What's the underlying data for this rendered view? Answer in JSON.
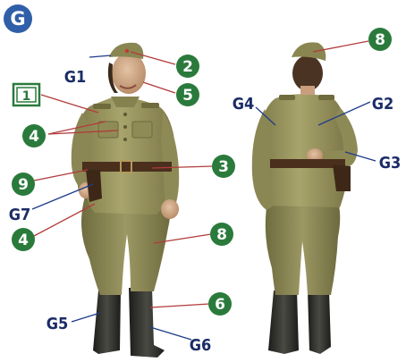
{
  "section_badge": "G",
  "colors": {
    "badge_blue": "#2f5fa8",
    "callout_green": "#2a7a3c",
    "callout_line_red": "#b23b3b",
    "callout_line_blue": "#1e3b8a",
    "part_label_navy": "#1b2c66",
    "uniform_olive": "#9a955e",
    "boot_black": "#2a2a26"
  },
  "front_figure": {
    "color_callouts": [
      {
        "id": "2",
        "label": "2"
      },
      {
        "id": "5",
        "label": "5"
      },
      {
        "id": "1",
        "label": "1",
        "boxed": true
      },
      {
        "id": "4a",
        "label": "4"
      },
      {
        "id": "3",
        "label": "3"
      },
      {
        "id": "9",
        "label": "9"
      },
      {
        "id": "4b",
        "label": "4"
      },
      {
        "id": "8",
        "label": "8"
      },
      {
        "id": "6",
        "label": "6"
      }
    ],
    "part_labels": [
      {
        "id": "G1",
        "label": "G1"
      },
      {
        "id": "G7",
        "label": "G7"
      },
      {
        "id": "G5",
        "label": "G5"
      },
      {
        "id": "G6",
        "label": "G6"
      }
    ]
  },
  "back_figure": {
    "color_callouts": [
      {
        "id": "8",
        "label": "8"
      }
    ],
    "part_labels": [
      {
        "id": "G4",
        "label": "G4"
      },
      {
        "id": "G2",
        "label": "G2"
      },
      {
        "id": "G3",
        "label": "G3"
      }
    ]
  }
}
